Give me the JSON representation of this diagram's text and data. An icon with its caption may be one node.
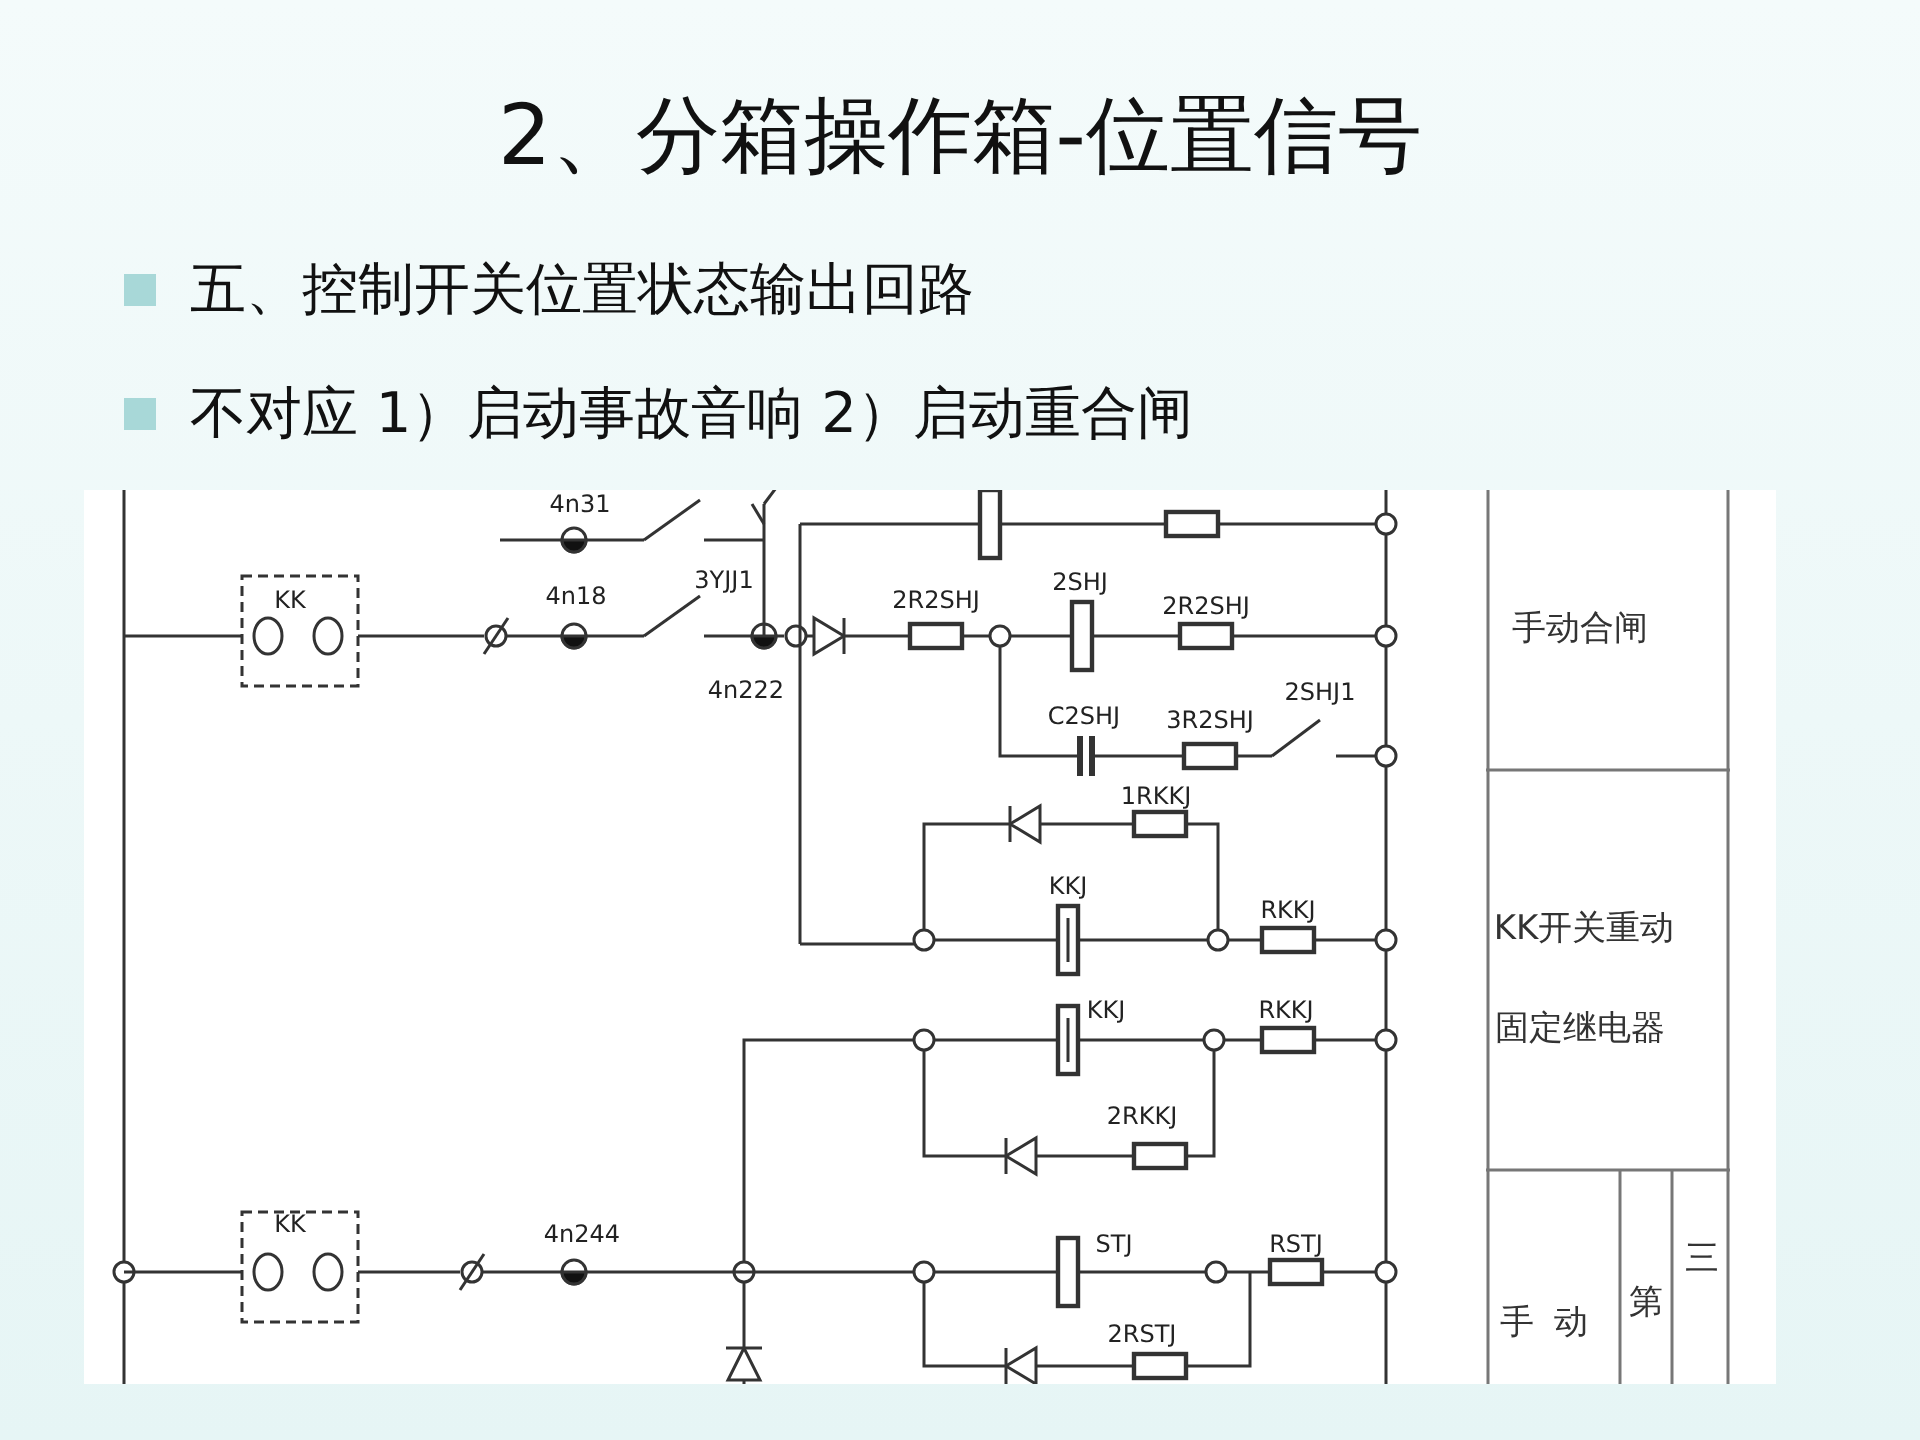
{
  "diagram": {
    "title": "2、分箱操作箱-位置信号",
    "labels": [
      "五、控制开关位置状态输出回路",
      "不对应 1）启动事故音响 2）启动重合闸",
      "4n31",
      "KK",
      "4n18",
      "3YJJ1",
      "4n222",
      "2R2SHJ",
      "2SHJ",
      "2R2SHJ",
      "C2SHJ",
      "3R2SHJ",
      "2SHJ1",
      "1RKKJ",
      "KKJ",
      "RKKJ",
      "KKJ",
      "RKKJ",
      "2RKKJ",
      "KK",
      "4n244",
      "STJ",
      "RSTJ",
      "2RSTJ",
      "手动合闸",
      "KK开关重动",
      "固定继电器",
      "手动",
      "第",
      "三"
    ]
  }
}
